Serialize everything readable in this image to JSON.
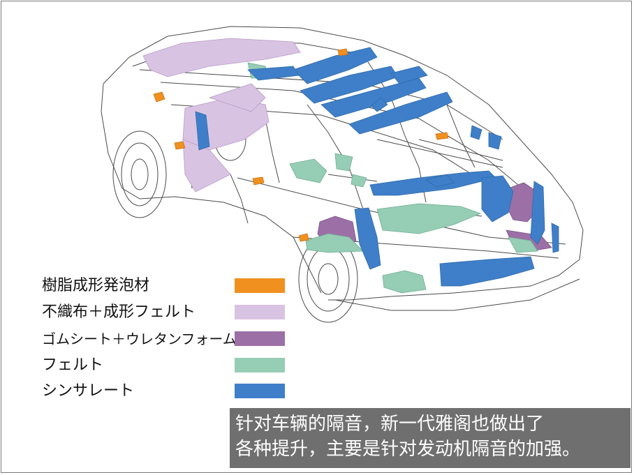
{
  "legend": [
    {
      "label": "樹脂成形発泡材",
      "color": "#f0901e"
    },
    {
      "label": "不織布＋成形フェルト",
      "color": "#d9c3e3"
    },
    {
      "label": "ゴムシート＋ウレタンフォーム",
      "color": "#9c6fa7"
    },
    {
      "label": "フェルト",
      "color": "#96cdb5"
    },
    {
      "label": "シンサレート",
      "color": "#3f7fc9"
    }
  ],
  "caption": {
    "line1": "针对车辆的隔音，新一代雅阁也做出了",
    "line2": "各种提升，主要是针对发动机隔音的加强。"
  },
  "colors": {
    "outline": "#555555",
    "frame": "#7a7a7a",
    "caption_bg": "#646464"
  }
}
